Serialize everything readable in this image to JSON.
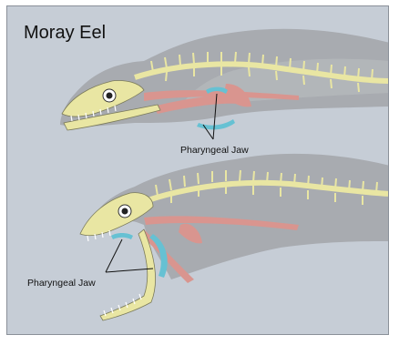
{
  "title": "Moray Eel",
  "labels": {
    "pharyngeal_top": "Pharyngeal Jaw",
    "pharyngeal_bottom": "Pharyngeal Jaw"
  },
  "colors": {
    "background": "#c6cdd6",
    "body": "#a8abb0",
    "bone": "#e9e6a3",
    "muscle": "#d9958f",
    "pharyngeal_jaw": "#66c1d3"
  }
}
